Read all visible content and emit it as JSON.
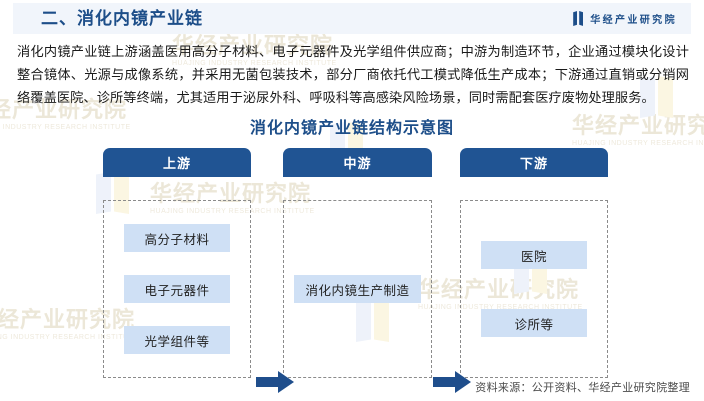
{
  "header": {
    "section_title": "二、消化内镜产业链",
    "brand_name": "华经产业研究院",
    "brand_icon": "book-flag-icon",
    "accent_color": "#1d4e89",
    "background_color": "#f1f5fb"
  },
  "intro": {
    "paragraph": "消化内镜产业链上游涵盖医用高分子材料、电子元器件及光学组件供应商；中游为制造环节，企业通过模块化设计整合镜体、光源与成像系统，并采用无菌包装技术，部分厂商依托代工模式降低生产成本；下游通过直销或分销网络覆盖医院、诊所等终端，尤其适用于泌尿外科、呼吸科等高感染风险场景，同时需配套医疗废物处理服务。"
  },
  "chart_data": {
    "type": "diagram",
    "title": "消化内镜产业链结构示意图",
    "subtype": "value-chain",
    "stages": [
      {
        "key": "upstream",
        "label": "上游",
        "nodes": [
          "高分子材料",
          "电子元器件",
          "光学组件等"
        ]
      },
      {
        "key": "midstream",
        "label": "中游",
        "nodes": [
          "消化内镜生产制造"
        ]
      },
      {
        "key": "downstream",
        "label": "下游",
        "nodes": [
          "医院",
          "诊所等"
        ]
      }
    ],
    "connectors": [
      {
        "from": "upstream",
        "to": "midstream",
        "glyph": "right-arrow"
      },
      {
        "from": "midstream",
        "to": "downstream",
        "glyph": "right-arrow"
      }
    ],
    "colors": {
      "stage_header_fill": "#205493",
      "stage_header_text": "#ffffff",
      "node_fill": "#cfe0f5",
      "node_text": "#222222",
      "stage_border": "#8b8b8b",
      "arrow_fill": "#1f4e8c",
      "title_color": "#1d4e89"
    },
    "source_note": "资料来源：公开资料、华经产业研究院整理"
  },
  "watermarks": [
    {
      "text": "华经产业研究院",
      "sub": "HUAJING INDUSTRY RESEARCH INSTITUTE"
    },
    {
      "text": "华经产业研究院",
      "sub": "HUAJING INDUSTRY RESEARCH INSTITUTE"
    },
    {
      "text": "华经产业研究院",
      "sub": "HUAJING INDUSTRY RESEARCH INSTITUTE"
    },
    {
      "text": "华经产业研究院",
      "sub": "HUAJING INDUSTRY RESEARCH INSTITUTE"
    },
    {
      "text": "华经产业研究院",
      "sub": "HUAJING INDUSTRY RESEARCH INSTITUTE"
    },
    {
      "text": "华经产业研究院",
      "sub": "HUAJING INDUSTRY RESEARCH INSTITUTE"
    }
  ]
}
